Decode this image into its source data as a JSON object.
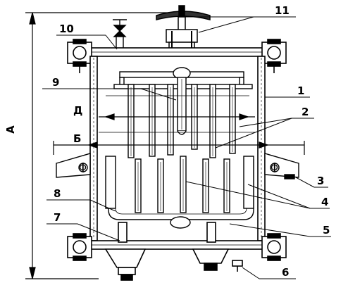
{
  "diagram": {
    "dimension_label": "А",
    "section_labels": {
      "d": "Д",
      "b": "Б"
    },
    "callouts": {
      "c1": "1",
      "c2": "2",
      "c3": "3",
      "c4": "4",
      "c5": "5",
      "c6": "6",
      "c7": "7",
      "c8": "8",
      "c9": "9",
      "c10": "10",
      "c11": "11"
    },
    "phi_symbol": "Φ"
  }
}
